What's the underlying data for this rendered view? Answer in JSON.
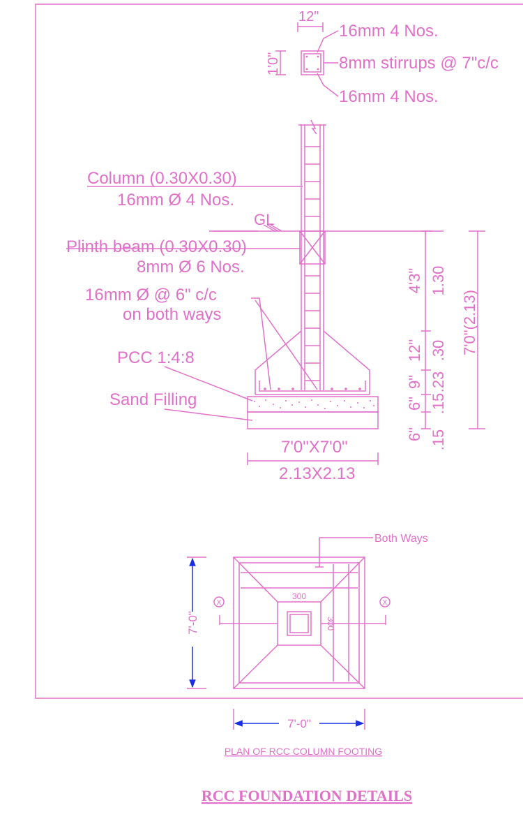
{
  "colors": {
    "line": "#e070c8",
    "arrow": "#1a30e0",
    "background": "#ffffff"
  },
  "column_section": {
    "width_label": "12\"",
    "depth_label": "1'0\"",
    "top_bars": "16mm 4 Nos.",
    "stirrups": "8mm stirrups @ 7\"c/c",
    "bottom_bars": "16mm 4 Nos."
  },
  "elevation": {
    "column_label": "Column (0.30X0.30)",
    "column_bars": "16mm Ø 4 Nos.",
    "ground_level": "GL",
    "plinth_beam_label": "Plinth beam (0.30X0.30)",
    "plinth_bars": "8mm Ø 6 Nos.",
    "footing_bars": "16mm Ø @ 6\" c/c",
    "footing_bars_note": "on both ways",
    "pcc_label": "PCC 1:4:8",
    "sand_label": "Sand Filling",
    "footing_size_imperial": "7'0\"X7'0\"",
    "footing_size_metric": "2.13X2.13",
    "dim_above_gl": "4'3\"",
    "dim_above_gl_m": "1.30",
    "dim_12": "12\"",
    "dim_12_m": ".30",
    "dim_9": "9\"",
    "dim_9_m": ".23",
    "dim_6a": "6\"",
    "dim_6a_m": ".15",
    "dim_6b": "6\"",
    "dim_6b_m": ".15",
    "total_depth": "7'0\"(2.13)"
  },
  "plan": {
    "both_ways": "Both Ways",
    "col_width": "300",
    "col_depth": "300",
    "section_mark_left": "X",
    "section_mark_right": "X",
    "height_dim": "7'-0\"",
    "width_dim": "7'-0\"",
    "title": "PLAN OF RCC COLUMN FOOTING"
  },
  "drawing_title": "RCC FOUNDATION DETAILS"
}
